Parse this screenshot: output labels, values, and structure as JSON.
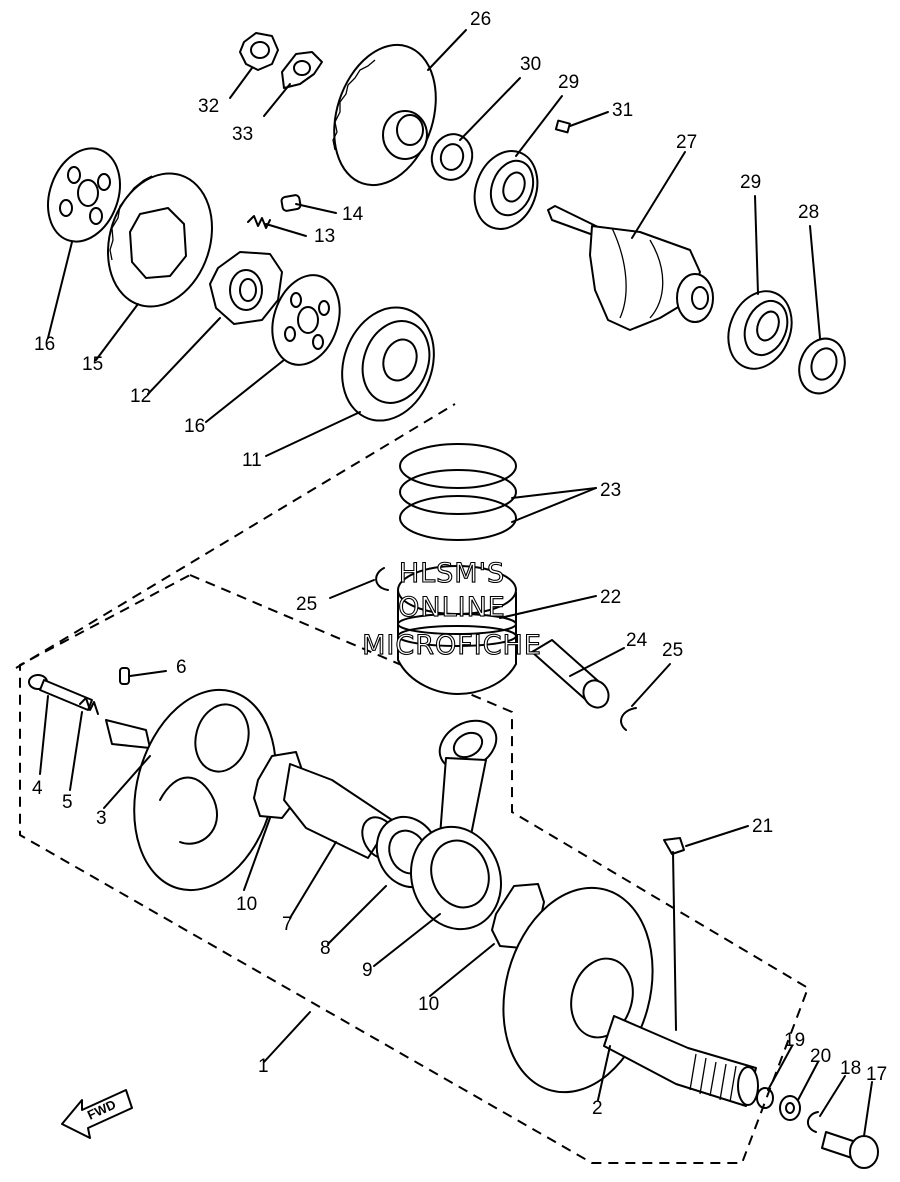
{
  "watermark": [
    "HLSM'S",
    "ONLINE",
    "MICROFICHE"
  ],
  "fwd_label": "FWD",
  "callouts": [
    {
      "id": "c1",
      "text": "1"
    },
    {
      "id": "c2",
      "text": "2"
    },
    {
      "id": "c3",
      "text": "3"
    },
    {
      "id": "c4",
      "text": "4"
    },
    {
      "id": "c5",
      "text": "5"
    },
    {
      "id": "c6",
      "text": "6"
    },
    {
      "id": "c7",
      "text": "7"
    },
    {
      "id": "c8",
      "text": "8"
    },
    {
      "id": "c9",
      "text": "9"
    },
    {
      "id": "c10a",
      "text": "10"
    },
    {
      "id": "c10b",
      "text": "10"
    },
    {
      "id": "c11",
      "text": "11"
    },
    {
      "id": "c12",
      "text": "12"
    },
    {
      "id": "c13",
      "text": "13"
    },
    {
      "id": "c14",
      "text": "14"
    },
    {
      "id": "c15",
      "text": "15"
    },
    {
      "id": "c16a",
      "text": "16"
    },
    {
      "id": "c16b",
      "text": "16"
    },
    {
      "id": "c17",
      "text": "17"
    },
    {
      "id": "c18",
      "text": "18"
    },
    {
      "id": "c19",
      "text": "19"
    },
    {
      "id": "c20",
      "text": "20"
    },
    {
      "id": "c21",
      "text": "21"
    },
    {
      "id": "c22",
      "text": "22"
    },
    {
      "id": "c23",
      "text": "23"
    },
    {
      "id": "c24",
      "text": "24"
    },
    {
      "id": "c25a",
      "text": "25"
    },
    {
      "id": "c25b",
      "text": "25"
    },
    {
      "id": "c26",
      "text": "26"
    },
    {
      "id": "c27",
      "text": "27"
    },
    {
      "id": "c28",
      "text": "28"
    },
    {
      "id": "c29a",
      "text": "29"
    },
    {
      "id": "c29b",
      "text": "29"
    },
    {
      "id": "c30",
      "text": "30"
    },
    {
      "id": "c31",
      "text": "31"
    },
    {
      "id": "c32",
      "text": "32"
    },
    {
      "id": "c33",
      "text": "33"
    }
  ]
}
